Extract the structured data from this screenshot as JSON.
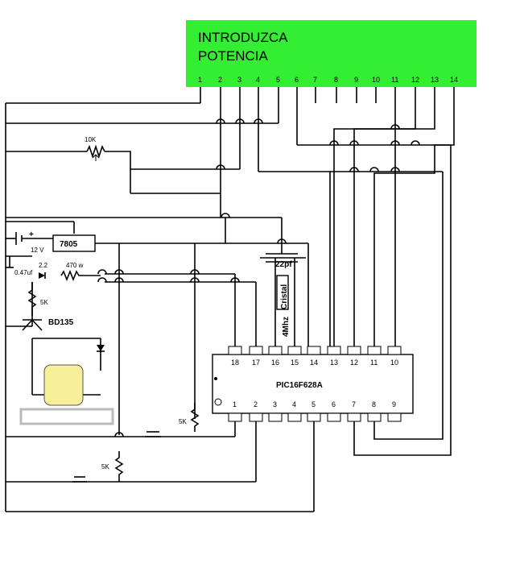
{
  "lcd": {
    "line1": "INTRODUZCA",
    "line2": "POTENCIA",
    "pins": [
      "1",
      "2",
      "3",
      "4",
      "5",
      "6",
      "7",
      "8",
      "9",
      "10",
      "11",
      "12",
      "13",
      "14"
    ],
    "color": "#33ee33"
  },
  "chip": {
    "name": "PIC16F628A",
    "top_pins": [
      "18",
      "17",
      "16",
      "15",
      "14",
      "13",
      "12",
      "11",
      "10"
    ],
    "bottom_pins": [
      "1",
      "2",
      "3",
      "4",
      "5",
      "6",
      "7",
      "8",
      "9"
    ]
  },
  "labels": {
    "pot": "10K",
    "regulator": "7805",
    "battery": "12 V",
    "capacitor": "0.47uf",
    "r_small1": "2.2",
    "r_small2": "470 w",
    "r_5k_top": "5K",
    "transistor": "BD135",
    "cap_22pf": "22pf",
    "crystal": "Cristal",
    "freq": "4Mhz",
    "r_5k_mid": "5K",
    "r_5k_low": "5K",
    "plus": "+"
  },
  "colors": {
    "lamp": "#f7ef9a",
    "tray": "#d6d6d6"
  }
}
